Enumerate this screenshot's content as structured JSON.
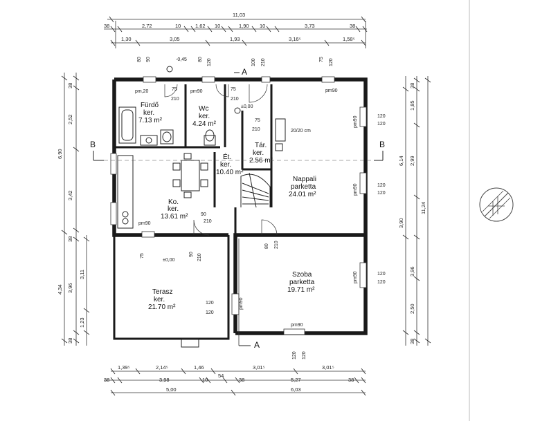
{
  "dims": {
    "top_total": "11,03",
    "top_row1": [
      "38",
      "2,72",
      "10",
      "1,62",
      "10",
      "1,90",
      "10",
      "3,73",
      "38"
    ],
    "top_row2": [
      "1,30",
      "3,05",
      "1,93",
      "3,16⁵",
      "1,58⁵"
    ],
    "bottom_row1": [
      "1,39⁵",
      "2,14⁵",
      "1,46",
      "3,01⁵",
      "3,01⁵"
    ],
    "bottom_row2": [
      "38",
      "3,98",
      "10",
      "54",
      "38",
      "5,27",
      "38"
    ],
    "bottom_row3": [
      "5,00",
      "6,03"
    ],
    "left_outer": [
      "38",
      "2,52",
      "3,42",
      "38",
      "3,96",
      "38"
    ],
    "left_total_upper": "6,90",
    "left_total_lower": "4,34",
    "left_inner": [
      "1,23",
      "3,11"
    ],
    "right_outer": [
      "38",
      "1,85",
      "2,99",
      "3,90",
      "3,96",
      "2,50",
      "38"
    ],
    "right_total_upper": "6,14",
    "right_total": "11,24"
  },
  "rooms": [
    {
      "name": "Fürdő",
      "floor": "ker.",
      "area": "7.13 m²"
    },
    {
      "name": "Wc",
      "floor": "ker.",
      "area": "4.24 m²"
    },
    {
      "name": "Ét.",
      "floor": "ker.",
      "area": "10.40 m²"
    },
    {
      "name": "Tár.",
      "floor": "ker.",
      "area": "2.56 m²"
    },
    {
      "name": "Nappali",
      "floor": "parketta",
      "area": "24.01 m²"
    },
    {
      "name": "Ko.",
      "floor": "ker.",
      "area": "13.61 m²"
    },
    {
      "name": "Terasz",
      "floor": "ker.",
      "area": "21.70 m²"
    },
    {
      "name": "Szoba",
      "floor": "parketta",
      "area": "19.71 m²"
    }
  ],
  "section_labels": {
    "a": "A",
    "b": "B"
  },
  "levels": {
    "outside": "-0,45",
    "inside": "±0,00",
    "terrace": "±0,00"
  },
  "chimney": "20/20 cm",
  "tags": {
    "pm90": "pm90",
    "pm120": "pm,20",
    "w80": "80",
    "w90": "90",
    "w75": "75",
    "w120": "120",
    "w100": "100",
    "w210": "210"
  }
}
